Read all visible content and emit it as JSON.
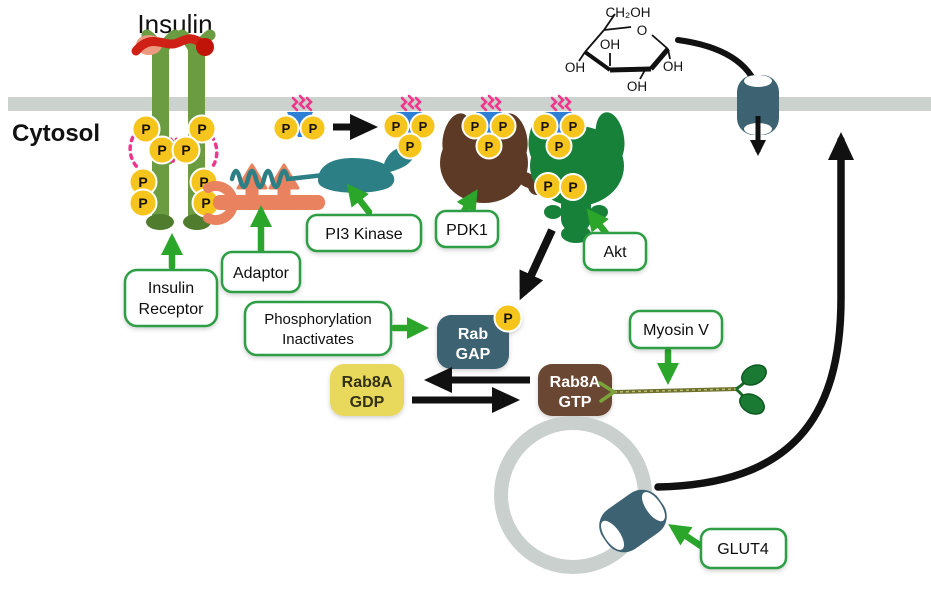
{
  "diagram": {
    "insulin_title": "Insulin",
    "cytosol_label": "Cytosol"
  },
  "callouts": {
    "insulin_receptor_line1": "Insulin",
    "insulin_receptor_line2": "Receptor",
    "adaptor": "Adaptor",
    "pi3_kinase": "PI3 Kinase",
    "pdk1": "PDK1",
    "akt": "Akt",
    "phosphorylation_line1": "Phosphorylation",
    "phosphorylation_line2": "Inactivates",
    "myosin_v": "Myosin V",
    "glut4": "GLUT4"
  },
  "molecules": {
    "phosphate": "P",
    "rab_gap_line1": "Rab",
    "rab_gap_line2": "GAP",
    "rab8a_gdp_line1": "Rab8A",
    "rab8a_gdp_line2": "GDP",
    "rab8a_gtp_line1": "Rab8A",
    "rab8a_gtp_line2": "GTP"
  },
  "glucose": {
    "ch2oh": "CH₂OH",
    "ring_o": "O",
    "oh_inner": "OH",
    "oh_left": "OH",
    "oh_right": "OH",
    "oh_bottom": "OH"
  },
  "colors": {
    "membrane_gray": "#ccd3cf",
    "vesicle_gray": "#c9d0cd",
    "receptor_green": "#6b9c41",
    "receptor_green_dark": "#4f7d2d",
    "insulin_red": "#cf2015",
    "insulin_salmon": "#eb9980",
    "adaptor_salmon": "#e8825f",
    "pi3k_teal": "#2c7f85",
    "pdk1_brown": "#5d3a26",
    "akt_green": "#17813a",
    "phosphate_yellow": "#f5c51d",
    "pip_blue": "#2e7fd6",
    "pink": "#f0368c",
    "rab_gap_slate": "#3d6272",
    "rab8a_gdp_yellow": "#e8d95c",
    "rab8a_gtp_brown": "#6b4731",
    "glut4_teal": "#3d6272",
    "callout_border_green": "#2f9e44",
    "arrow_green": "#2ba62a",
    "arrow_black": "#111111"
  }
}
